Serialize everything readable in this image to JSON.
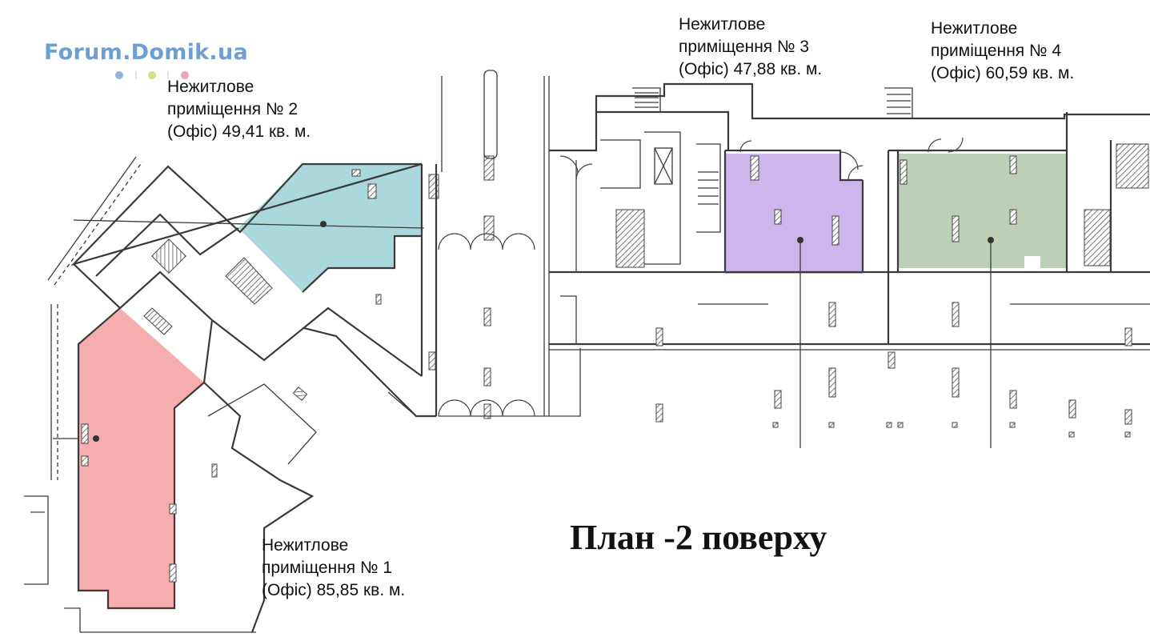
{
  "logo": {
    "text": "Forum.Domik.ua",
    "color": "#6e9fd3",
    "dot_colors": [
      "#8fb4dd",
      "#d6de8a",
      "#e8a6c2"
    ]
  },
  "title": "План -2 поверху",
  "units": [
    {
      "line1": "Нежитлове",
      "line2": "приміщення № 1",
      "line3": "(Офіс) 85,85 кв. м.",
      "color": "#f5a9a9"
    },
    {
      "line1": "Нежитлове",
      "line2": "приміщення № 2",
      "line3": "(Офіс) 49,41 кв. м.",
      "color": "#a6d6db"
    },
    {
      "line1": "Нежитлове",
      "line2": "приміщення № 3",
      "line3": "(Офіс) 47,88 кв. м.",
      "color": "#c9b2ea"
    },
    {
      "line1": "Нежитлове",
      "line2": "приміщення № 4",
      "line3": "(Офіс) 60,59 кв. м.",
      "color": "#b9ccb1"
    }
  ]
}
